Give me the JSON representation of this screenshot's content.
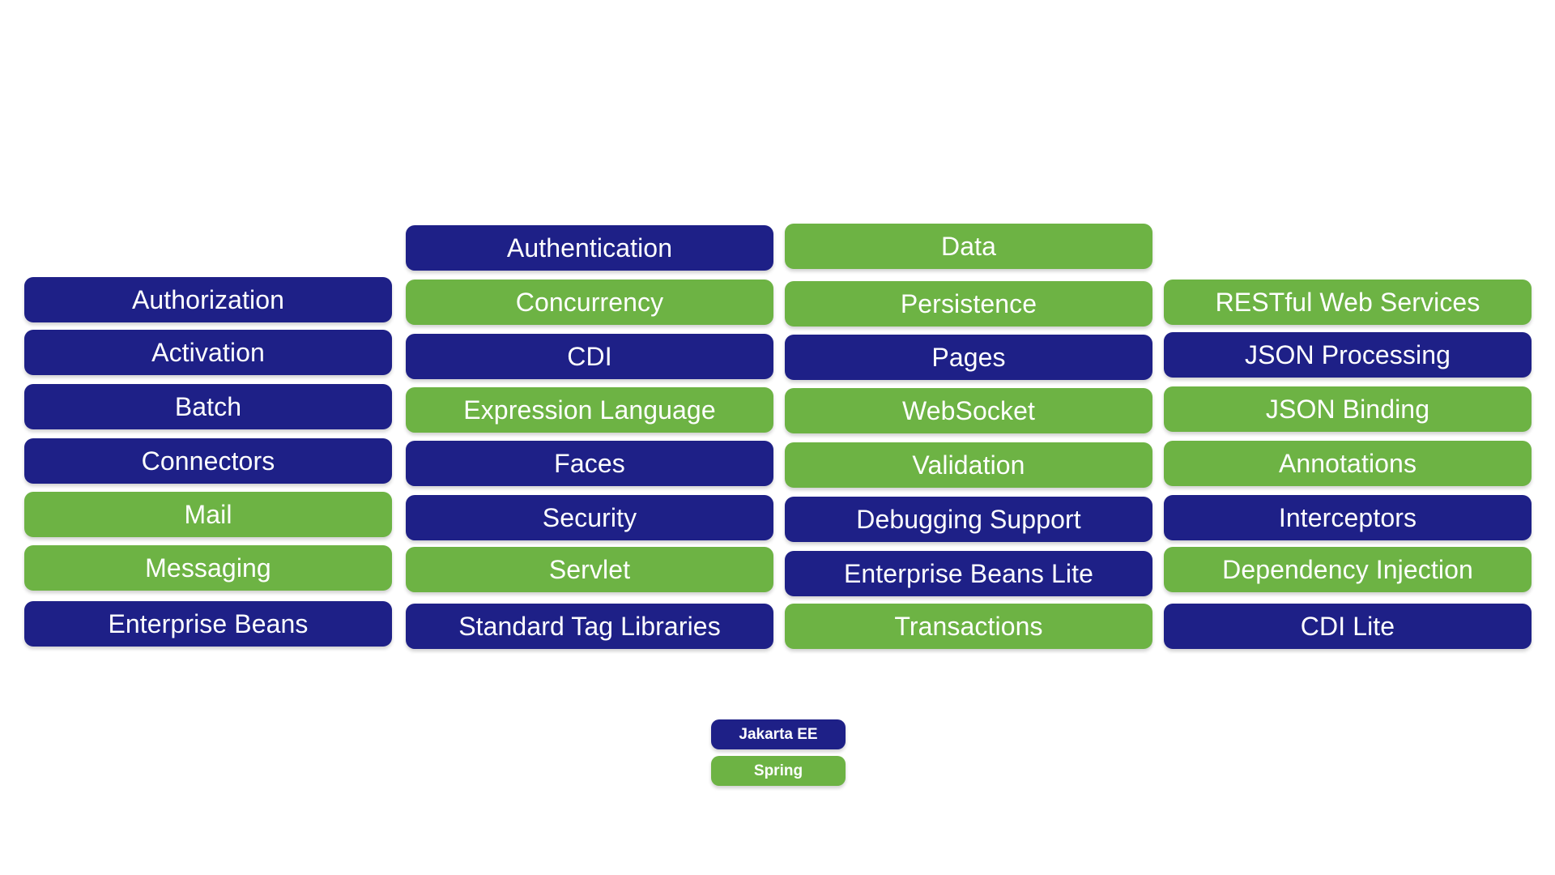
{
  "colors": {
    "jakarta": "#1e2087",
    "spring": "#6db344"
  },
  "columns": [
    {
      "items": [
        {
          "label": "Authorization",
          "kind": "jakarta"
        },
        {
          "label": "Activation",
          "kind": "jakarta"
        },
        {
          "label": "Batch",
          "kind": "jakarta"
        },
        {
          "label": "Connectors",
          "kind": "jakarta"
        },
        {
          "label": "Mail",
          "kind": "spring"
        },
        {
          "label": "Messaging",
          "kind": "spring"
        },
        {
          "label": "Enterprise Beans",
          "kind": "jakarta"
        }
      ]
    },
    {
      "items": [
        {
          "label": "Authentication",
          "kind": "jakarta"
        },
        {
          "label": "Concurrency",
          "kind": "spring"
        },
        {
          "label": "CDI",
          "kind": "jakarta"
        },
        {
          "label": "Expression Language",
          "kind": "spring"
        },
        {
          "label": "Faces",
          "kind": "jakarta"
        },
        {
          "label": "Security",
          "kind": "jakarta"
        },
        {
          "label": "Servlet",
          "kind": "spring"
        },
        {
          "label": "Standard Tag Libraries",
          "kind": "jakarta"
        }
      ]
    },
    {
      "items": [
        {
          "label": "Data",
          "kind": "spring"
        },
        {
          "label": "Persistence",
          "kind": "spring"
        },
        {
          "label": "Pages",
          "kind": "jakarta"
        },
        {
          "label": "WebSocket",
          "kind": "spring"
        },
        {
          "label": "Validation",
          "kind": "spring"
        },
        {
          "label": "Debugging Support",
          "kind": "jakarta"
        },
        {
          "label": "Enterprise Beans Lite",
          "kind": "jakarta"
        },
        {
          "label": "Transactions",
          "kind": "spring"
        }
      ]
    },
    {
      "items": [
        {
          "label": "RESTful Web Services",
          "kind": "spring"
        },
        {
          "label": "JSON Processing",
          "kind": "jakarta"
        },
        {
          "label": "JSON Binding",
          "kind": "spring"
        },
        {
          "label": "Annotations",
          "kind": "spring"
        },
        {
          "label": "Interceptors",
          "kind": "jakarta"
        },
        {
          "label": "Dependency Injection",
          "kind": "spring"
        },
        {
          "label": "CDI Lite",
          "kind": "jakarta"
        }
      ]
    }
  ],
  "legend": {
    "jakarta_label": "Jakarta EE",
    "spring_label": "Spring"
  }
}
